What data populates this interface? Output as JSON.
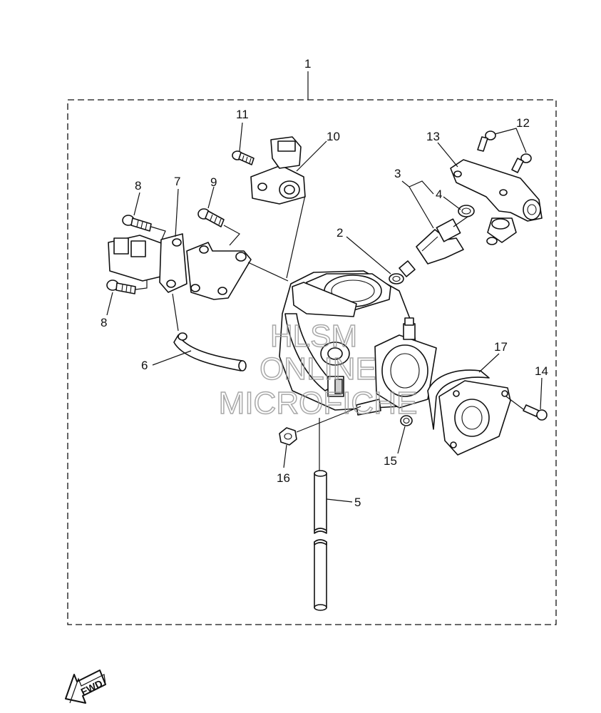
{
  "callouts": [
    {
      "id": "1",
      "label": "1"
    },
    {
      "id": "2",
      "label": "2"
    },
    {
      "id": "3",
      "label": "3"
    },
    {
      "id": "4",
      "label": "4"
    },
    {
      "id": "5",
      "label": "5"
    },
    {
      "id": "6",
      "label": "6"
    },
    {
      "id": "7",
      "label": "7"
    },
    {
      "id": "8a",
      "label": "8"
    },
    {
      "id": "8b",
      "label": "8"
    },
    {
      "id": "9",
      "label": "9"
    },
    {
      "id": "10",
      "label": "10"
    },
    {
      "id": "11",
      "label": "11"
    },
    {
      "id": "12",
      "label": "12"
    },
    {
      "id": "13",
      "label": "13"
    },
    {
      "id": "14",
      "label": "14"
    },
    {
      "id": "15",
      "label": "15"
    },
    {
      "id": "16",
      "label": "16"
    },
    {
      "id": "17",
      "label": "17"
    }
  ],
  "watermark": {
    "line1": "HLSM",
    "line2": "ONLINE",
    "line3": "MICROFICHE"
  },
  "fwd_label": "FWD"
}
